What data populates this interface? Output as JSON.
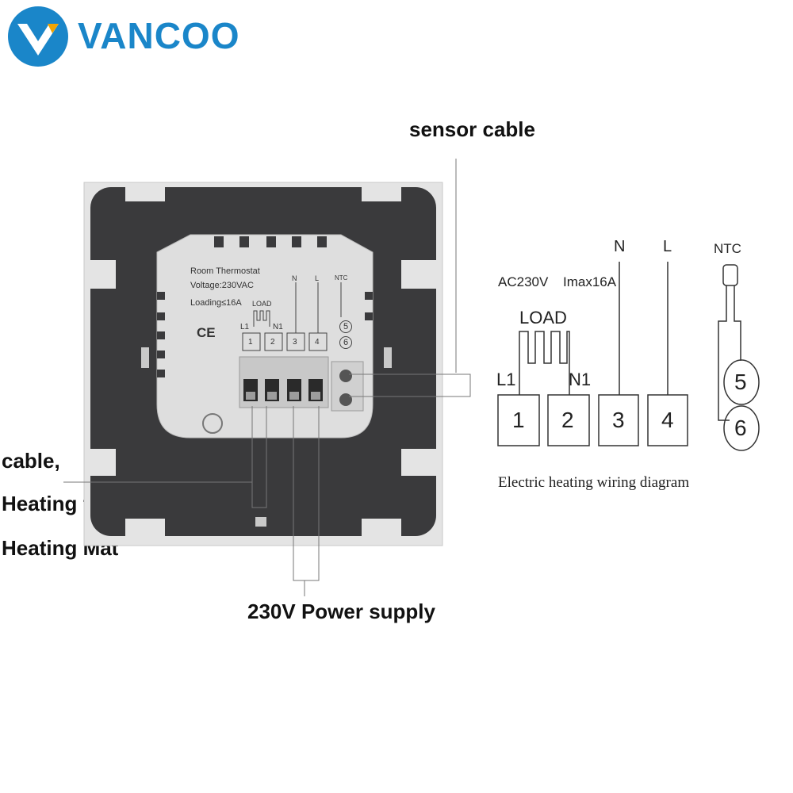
{
  "brand": {
    "name": "VANCOO"
  },
  "callouts": {
    "sensor_cable": "sensor cable",
    "cable": "cable,",
    "heating_film": "Heating  film",
    "heating_mat": "Heating Mat",
    "power_supply": "230V Power supply"
  },
  "panel": {
    "title": "Room Thermostat",
    "voltage": "Voltage:230VAC",
    "loading": "Loading≤16A",
    "ce_mark": "CE",
    "load_label": "LOAD",
    "n_label": "N",
    "l_label": "L",
    "ntc_label": "NTC",
    "l1_label": "L1",
    "n1_label": "N1",
    "terminals": [
      "1",
      "2",
      "3",
      "4"
    ],
    "ntc_terminals": [
      "5",
      "6"
    ]
  },
  "wiring_diagram": {
    "title": "Electric heating wiring diagram",
    "ac_label": "AC230V",
    "imax_label": "Imax16A",
    "load_label": "LOAD",
    "n_label": "N",
    "l_label": "L",
    "ntc_label": "NTC",
    "l1_label": "L1",
    "n1_label": "N1",
    "terminals": [
      "1",
      "2",
      "3",
      "4"
    ],
    "ntc_terminals": [
      "5",
      "6"
    ]
  },
  "colors": {
    "brand_blue": "#1a86c9",
    "panel_dark": "#3a3a3c",
    "panel_light": "#dcdcdc"
  }
}
